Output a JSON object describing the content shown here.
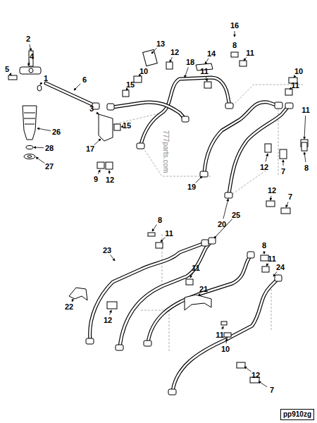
{
  "diagram": {
    "labels": [
      "2",
      "4",
      "5",
      "1",
      "6",
      "16",
      "13",
      "8",
      "12",
      "11",
      "14",
      "10",
      "18",
      "11",
      "10",
      "11",
      "15",
      "3",
      "15",
      "26",
      "11",
      "17",
      "28",
      "9",
      "12",
      "27",
      "12",
      "7",
      "8",
      "19",
      "12",
      "7",
      "25",
      "20",
      "8",
      "11",
      "23",
      "8",
      "11",
      "11",
      "24",
      "21",
      "22",
      "12",
      "11",
      "10",
      "12",
      "7",
      "777parts.com",
      "pp910zg"
    ]
  }
}
